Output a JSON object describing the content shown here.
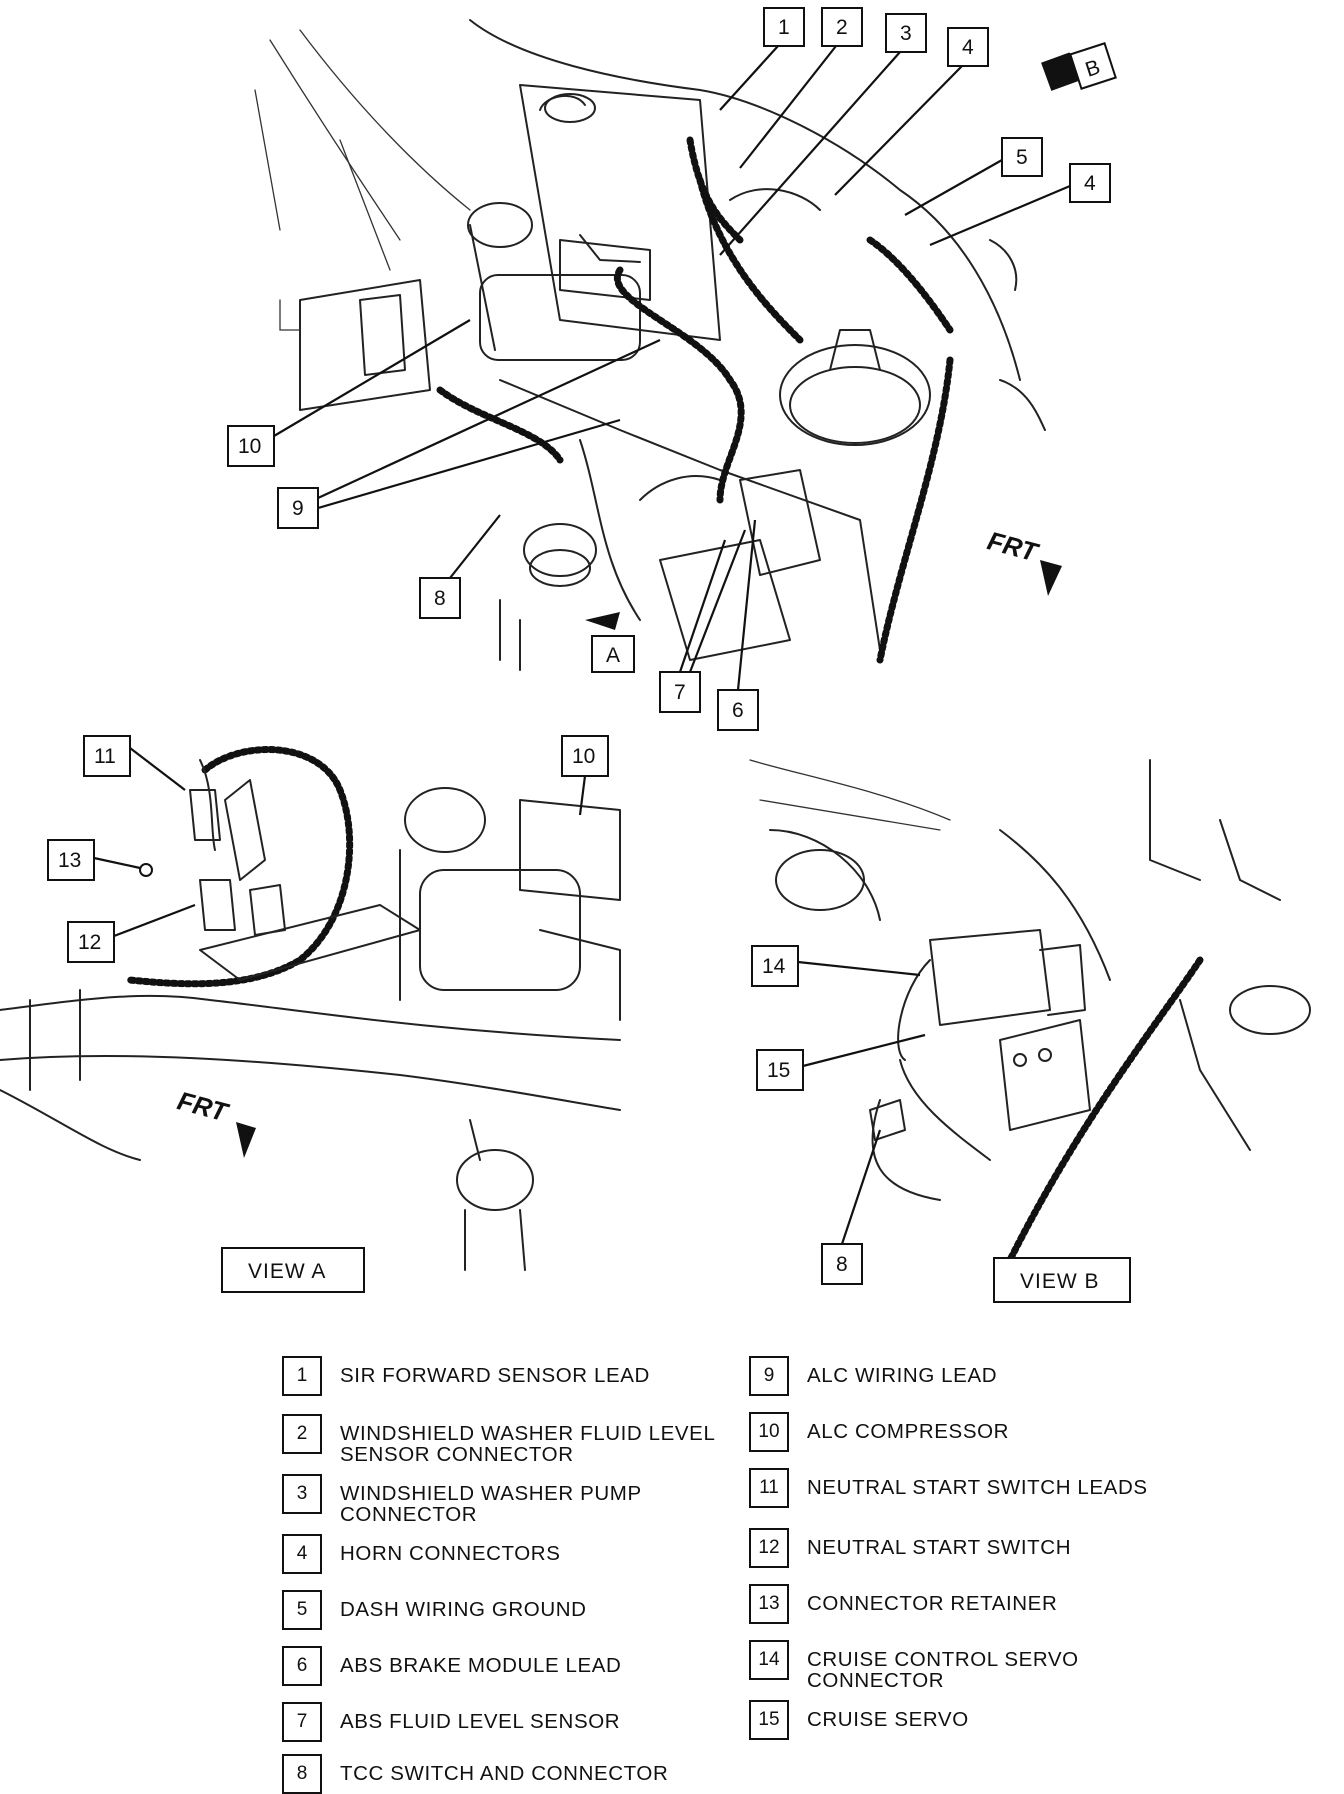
{
  "callouts": {
    "c1": "1",
    "c2": "2",
    "c3": "3",
    "c4": "4",
    "c5": "5",
    "c6": "6",
    "c7": "7",
    "c8": "8",
    "c9": "9",
    "c10": "10",
    "c11": "11",
    "c12": "12",
    "c13": "13",
    "c14": "14",
    "c15": "15",
    "view_a_marker": "A",
    "view_b_marker": "B"
  },
  "views": {
    "view_a": "VIEW A",
    "view_b": "VIEW B",
    "frt": "FRT"
  },
  "legend": [
    {
      "num": "1",
      "desc": "SIR FORWARD SENSOR LEAD"
    },
    {
      "num": "2",
      "desc": "WINDSHIELD WASHER FLUID LEVEL SENSOR CONNECTOR"
    },
    {
      "num": "3",
      "desc": "WINDSHIELD WASHER PUMP CONNECTOR"
    },
    {
      "num": "4",
      "desc": "HORN CONNECTORS"
    },
    {
      "num": "5",
      "desc": "DASH WIRING GROUND"
    },
    {
      "num": "6",
      "desc": "ABS BRAKE MODULE LEAD"
    },
    {
      "num": "7",
      "desc": "ABS FLUID LEVEL SENSOR"
    },
    {
      "num": "8",
      "desc": "TCC SWITCH AND CONNECTOR"
    },
    {
      "num": "9",
      "desc": "ALC WIRING LEAD"
    },
    {
      "num": "10",
      "desc": "ALC COMPRESSOR"
    },
    {
      "num": "11",
      "desc": "NEUTRAL START SWITCH LEADS"
    },
    {
      "num": "12",
      "desc": "NEUTRAL START SWITCH"
    },
    {
      "num": "13",
      "desc": "CONNECTOR RETAINER"
    },
    {
      "num": "14",
      "desc": "CRUISE CONTROL SERVO CONNECTOR"
    },
    {
      "num": "15",
      "desc": "CRUISE SERVO"
    }
  ]
}
